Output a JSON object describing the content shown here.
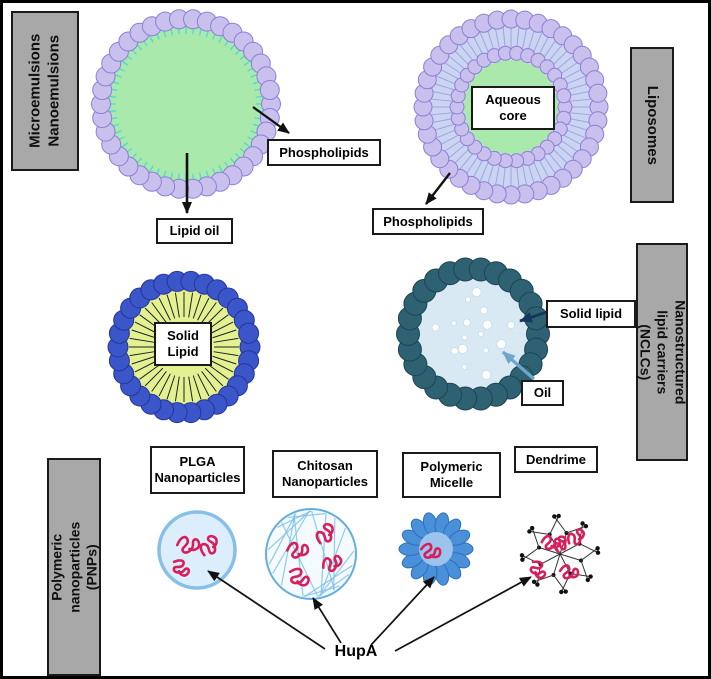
{
  "figure": {
    "section_labels": {
      "microemulsions": "Microemulsions Nanoemulsions",
      "liposomes": "Liposomes",
      "nclcs": "Nanostructured lipid carriers (NCLCs)",
      "pnps": "Polymeric nanoparticles (PNPs)"
    },
    "callouts": {
      "phospholipids_micro": "Phospholipids",
      "lipid_oil": "Lipid oil",
      "aqueous_core": "Aqueous core",
      "phospholipids_lipo": "Phospholipids",
      "solid_lipid_core": "Solid Lipid",
      "solid_lipid_nlc": "Solid lipid",
      "oil": "Oil",
      "plga": "PLGA Nanoparticles",
      "chitosan": "Chitosan Nanoparticles",
      "polymeric_micelle": "Polymeric Micelle",
      "dendrime": "Dendrime",
      "hupa": "HupA"
    },
    "colors": {
      "panel_gray": "#a8a8a8",
      "green_core": "#a9e9ac",
      "cyan_fringe": "#57d8d8",
      "lavender_ball": "#c9c0ee",
      "lavender_ball_stroke": "#8d7fd4",
      "liposome_annulus": "#ccd4f4",
      "tail_line": "#9aa8dc",
      "royal_blue_ball": "#3a56c8",
      "royal_blue_stroke": "#26349c",
      "yellow_core": "#e4f193",
      "teal_ball": "#2e6272",
      "teal_stroke": "#1c4553",
      "nlc_interior": "#d8e9f3",
      "pnp_blue": "#4a90d9",
      "hupa_red": "#d81e5b",
      "dark_arrow": "#16365c",
      "oil_arrow": "#6fa6cb",
      "black": "#111111"
    }
  }
}
